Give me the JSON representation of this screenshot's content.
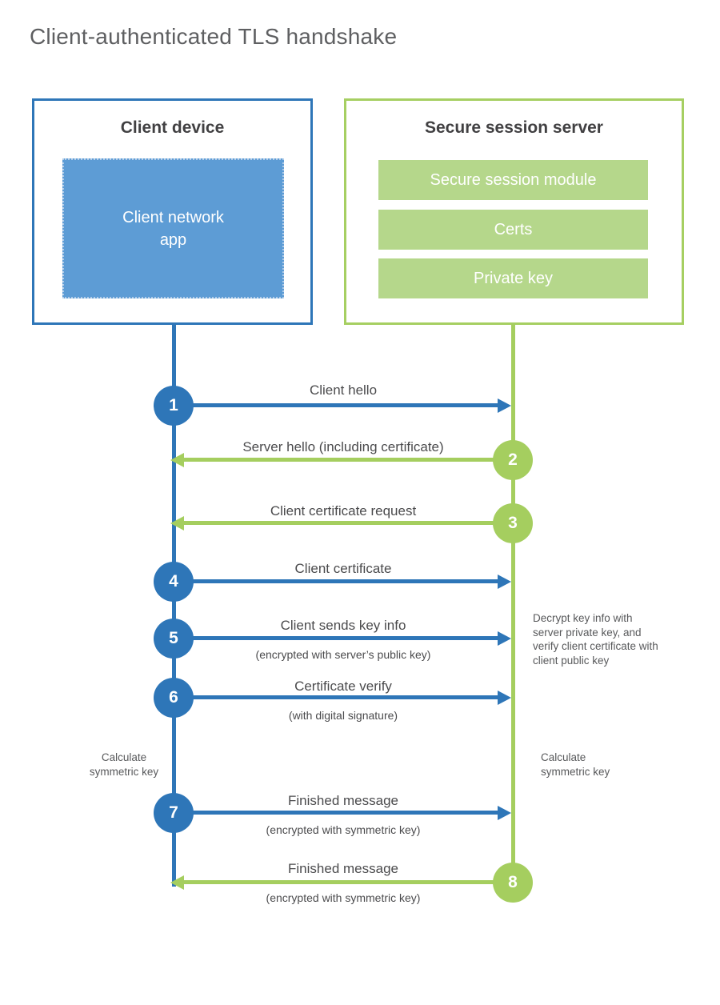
{
  "title": "Client-authenticated TLS handshake",
  "client_box": {
    "title": "Client device",
    "app_label": "Client network app"
  },
  "server_box": {
    "title": "Secure session server",
    "modules": [
      "Secure session module",
      "Certs",
      "Private key"
    ]
  },
  "steps": [
    {
      "number": "1",
      "label": "Client hello",
      "direction": "client-to-server"
    },
    {
      "number": "2",
      "label": "Server hello (including certificate)",
      "direction": "server-to-client"
    },
    {
      "number": "3",
      "label": "Client certificate request",
      "direction": "server-to-client"
    },
    {
      "number": "4",
      "label": "Client certificate",
      "direction": "client-to-server"
    },
    {
      "number": "5",
      "label": "Client sends key info",
      "sublabel": "(encrypted with server’s public key)",
      "direction": "client-to-server"
    },
    {
      "number": "6",
      "label": "Certificate verify",
      "sublabel": "(with digital signature)",
      "direction": "client-to-server"
    },
    {
      "number": "7",
      "label": "Finished message",
      "sublabel": "(encrypted with symmetric key)",
      "direction": "client-to-server"
    },
    {
      "number": "8",
      "label": "Finished message",
      "sublabel": "(encrypted with symmetric key)",
      "direction": "server-to-client"
    }
  ],
  "annotations": {
    "calculate_left": "Calculate symmetric key",
    "calculate_right": "Calculate symmetric key",
    "decrypt_note": "Decrypt key info with server private key, and verify client certificate with client public key"
  },
  "colors": {
    "client_blue": "#2e76b8",
    "client_fill": "#5d9cd5",
    "server_green": "#a5ce5f",
    "server_fill": "#b5d78b"
  }
}
